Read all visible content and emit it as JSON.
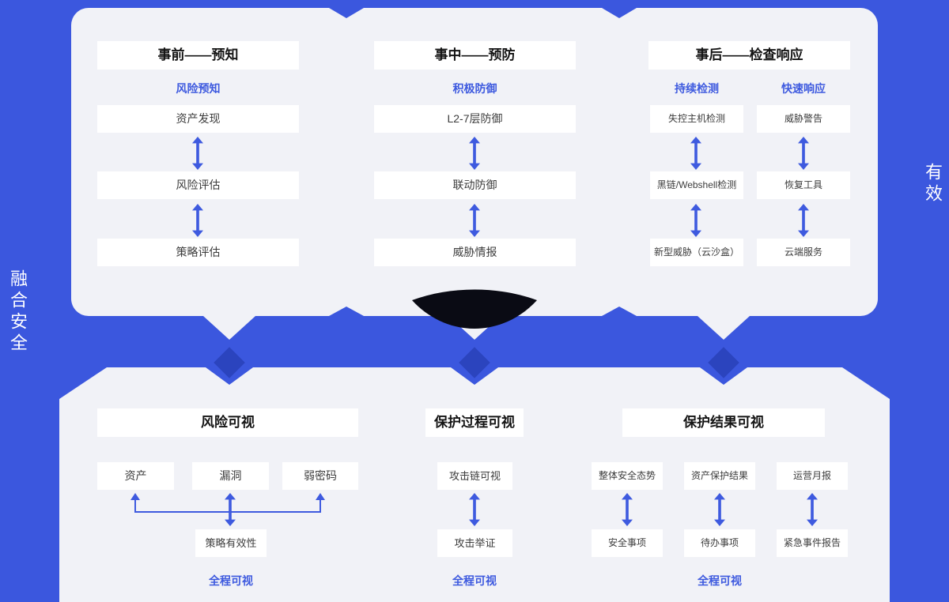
{
  "labels": {
    "left_vertical": "融合安全",
    "right_vertical": "有效"
  },
  "colors": {
    "background": "#3B57DE",
    "panel": "#F1F2F7",
    "accent": "#3E5ADF",
    "diamond": "#2B44BE",
    "emblem": "#0A0B14"
  },
  "top": {
    "col1": {
      "header": "事前——预知",
      "subtitle": "风险预知",
      "boxes": [
        "资产发现",
        "风险评估",
        "策略评估"
      ]
    },
    "col2": {
      "header": "事中——预防",
      "subtitle": "积极防御",
      "boxes": [
        "L2-7层防御",
        "联动防御",
        "威胁情报"
      ]
    },
    "col3": {
      "header": "事后——检查响应",
      "left": {
        "subtitle": "持续检测",
        "boxes": [
          "失控主机检测",
          "黑链/Webshell检测",
          "新型威胁（云沙盒）"
        ]
      },
      "right": {
        "subtitle": "快速响应",
        "boxes": [
          "威胁警告",
          "恢复工具",
          "云端服务"
        ]
      }
    }
  },
  "bottom": {
    "sec1": {
      "header": "风险可视",
      "boxes": [
        "资产",
        "漏洞",
        "弱密码"
      ],
      "result": "策略有效性",
      "footer": "全程可视"
    },
    "sec2": {
      "header": "保护过程可视",
      "top": "攻击链可视",
      "bottom": "攻击举证",
      "footer": "全程可视"
    },
    "sec3": {
      "header": "保护结果可视",
      "pairs": [
        [
          "整体安全态势",
          "安全事项"
        ],
        [
          "资产保护结果",
          "待办事项"
        ],
        [
          "运营月报",
          "紧急事件报告"
        ]
      ],
      "footer": "全程可视"
    }
  }
}
